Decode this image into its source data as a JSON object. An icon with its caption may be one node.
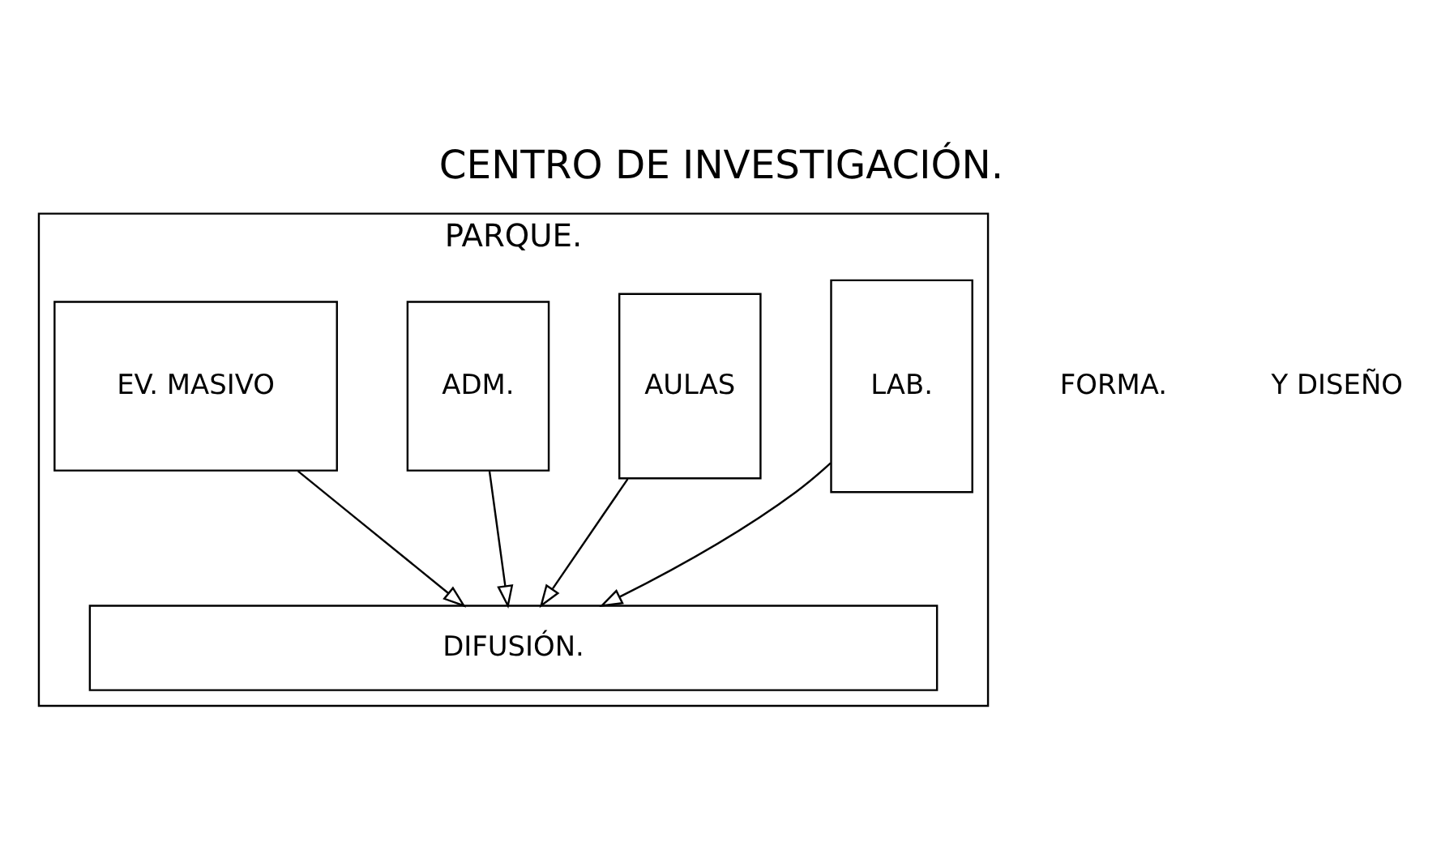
{
  "diagram": {
    "title": "CENTRO DE INVESTIGACIÓN.",
    "nodes": [
      {
        "text": [
          "PARQUE."
        ]
      },
      {
        "text": [
          "LAB."
        ],
        "in": 0
      },
      {
        "text": [
          "AULAS"
        ],
        "in": 0
      },
      {
        "text": [
          "ADM."
        ],
        "in": 0
      },
      {
        "text": [
          "EV. MASIVO"
        ],
        "in": 0
      },
      {
        "text": [
          "DIFUSIÓN."
        ],
        "in": 0
      }
    ],
    "edges": [
      {
        "from": 1,
        "to": 5,
        "arrow": "to"
      },
      {
        "from": 2,
        "to": 5,
        "arrow": "to"
      },
      {
        "from": 3,
        "to": 5,
        "arrow": "to"
      },
      {
        "from": 4,
        "to": 5,
        "arrow": "to"
      }
    ],
    "labels": [
      "FORMA.",
      "Y DISEÑO"
    ]
  }
}
